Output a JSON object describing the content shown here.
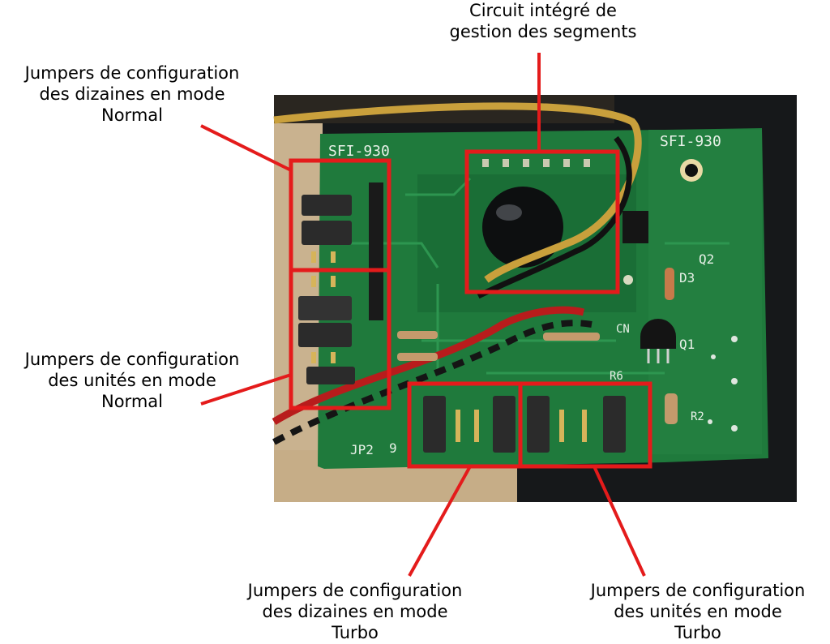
{
  "labels": {
    "circuit_integre": "Circuit intégré de\ngestion des segments",
    "dizaines_normal": "Jumpers de configuration\ndes dizaines en mode\nNormal",
    "unites_normal": "Jumpers de configuration\ndes unités en mode\nNormal",
    "dizaines_turbo": "Jumpers de configuration\ndes dizaines en mode\nTurbo",
    "unites_turbo": "Jumpers de configuration\ndes unités en mode\nTurbo"
  },
  "board": {
    "silkscreen_left": "SFI-930",
    "silkscreen_right": "SFI-930",
    "jp2": "JP2",
    "q1": "Q1",
    "q2": "Q2",
    "d3": "D3",
    "r6": "R6",
    "r2": "R2",
    "cn": "CN",
    "pin9": "9"
  },
  "colors": {
    "annotation": "#e41b1b",
    "pcb": "#1f7a3c",
    "pcb_dark": "#145a2a",
    "jumper": "#2b2b2b",
    "background_photo": "#1a1a1a"
  }
}
